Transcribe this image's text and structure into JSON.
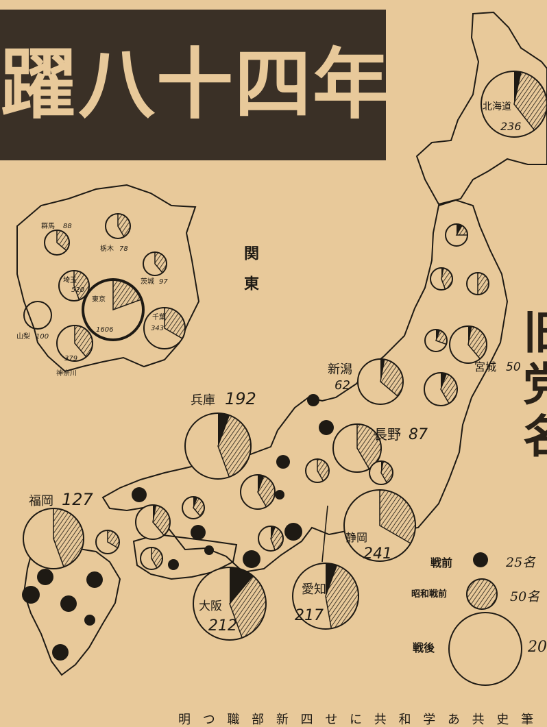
{
  "banner": {
    "title": "躍八十四年"
  },
  "inset_label": "関東",
  "right_margin_text": "旧党名",
  "bottom_text": "明 つ 職 部 新 四 せ に 共 和 学 あ 共 史 筆",
  "colors": {
    "paper": "#e8c99a",
    "ink": "#1e1a14",
    "banner_bg": "#3a3026"
  },
  "legend": [
    {
      "label": "戦前",
      "value": "25名",
      "symbol": "solid"
    },
    {
      "label": "昭和戦前",
      "value": "50名",
      "symbol": "hatched"
    },
    {
      "label": "戦後",
      "value": "20",
      "symbol": "open"
    }
  ],
  "regions": [
    {
      "name": "北海道",
      "value": "236"
    },
    {
      "name": "宮城",
      "value": "50"
    },
    {
      "name": "新潟",
      "value": "62"
    },
    {
      "name": "長野",
      "value": "87"
    },
    {
      "name": "兵庫",
      "value": "192"
    },
    {
      "name": "福岡",
      "value": "127"
    },
    {
      "name": "静岡",
      "value": "241"
    },
    {
      "name": "愛知",
      "value": "217"
    },
    {
      "name": "大阪",
      "value": "212"
    }
  ],
  "kanto": [
    {
      "name": "群馬",
      "value": "88"
    },
    {
      "name": "栃木",
      "value": "78"
    },
    {
      "name": "茨城",
      "value": "97"
    },
    {
      "name": "埼玉",
      "value": "520"
    },
    {
      "name": "東京",
      "value": "1606"
    },
    {
      "name": "千葉",
      "value": "343"
    },
    {
      "name": "山梨",
      "value": "100"
    },
    {
      "name": "神奈川",
      "value": "379"
    }
  ]
}
